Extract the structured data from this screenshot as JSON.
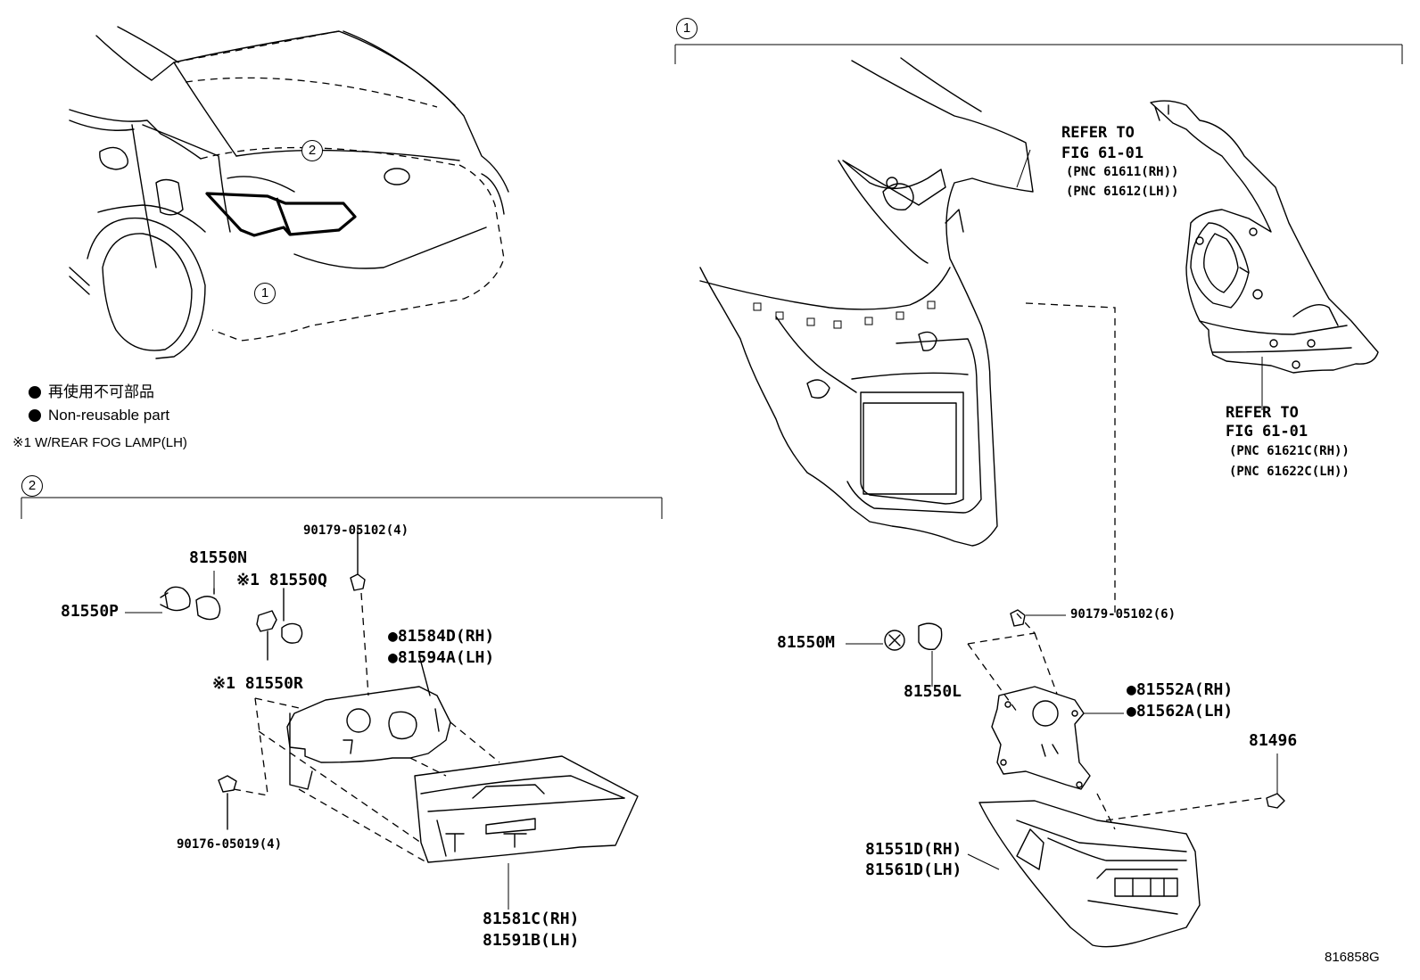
{
  "legend": {
    "dot_jp": "再使用不可部品",
    "dot_en": "Non-reusable part",
    "note": "※1  W/REAR FOG LAMP(LH)"
  },
  "callouts": {
    "one": "1",
    "two": "2"
  },
  "refer_upper": {
    "line1": "REFER TO",
    "line2": "FIG 61-01",
    "pnc1": "(PNC 61611(RH))",
    "pnc2": "(PNC 61612(LH))"
  },
  "refer_lower": {
    "line1": "REFER TO",
    "line2": "FIG 61-01",
    "pnc1": "(PNC 61621C(RH))",
    "pnc2": "(PNC 61622C(LH))"
  },
  "parts_left": {
    "p90179_4": "90179-05102(4)",
    "p81550N": "81550N",
    "p81550Q": "※1 81550Q",
    "p81550P": "81550P",
    "p81584D": "●81584D(RH)",
    "p81594A": "●81594A(LH)",
    "p81550R": "※1 81550R",
    "p90176": "90176-05019(4)",
    "p81581C": "81581C(RH)",
    "p81591B": "81591B(LH)"
  },
  "parts_right": {
    "p90179_6": "90179-05102(6)",
    "p81550M": "81550M",
    "p81550L": "81550L",
    "p81552A": "●81552A(RH)",
    "p81562A": "●81562A(LH)",
    "p81496": "81496",
    "p81551D": "81551D(RH)",
    "p81561D": "81561D(LH)"
  },
  "figure_id": "816858G"
}
